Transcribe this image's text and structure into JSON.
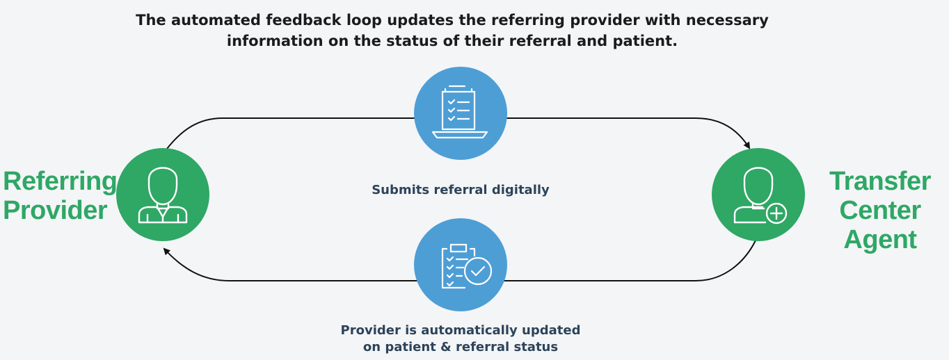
{
  "headline": {
    "line1": "The automated feedback loop updates the referring provider with necessary",
    "line2": "information on the status of their referral and patient."
  },
  "nodes": {
    "left": {
      "line1": "Referring",
      "line2": "Provider",
      "icon": "person-icon"
    },
    "right": {
      "line1": "Transfer",
      "line2": "Center Agent",
      "icon": "person-add-icon"
    }
  },
  "flows": {
    "top": {
      "label": "Submits referral digitally",
      "icon": "laptop-document-icon"
    },
    "bottom": {
      "line1": "Provider is automatically updated",
      "line2": "on patient & referral status",
      "icon": "clipboard-check-icon"
    }
  },
  "colors": {
    "green": "#2fa765",
    "blue": "#4e9ed6",
    "navy": "#2d4359",
    "background": "#f3f5f7"
  }
}
